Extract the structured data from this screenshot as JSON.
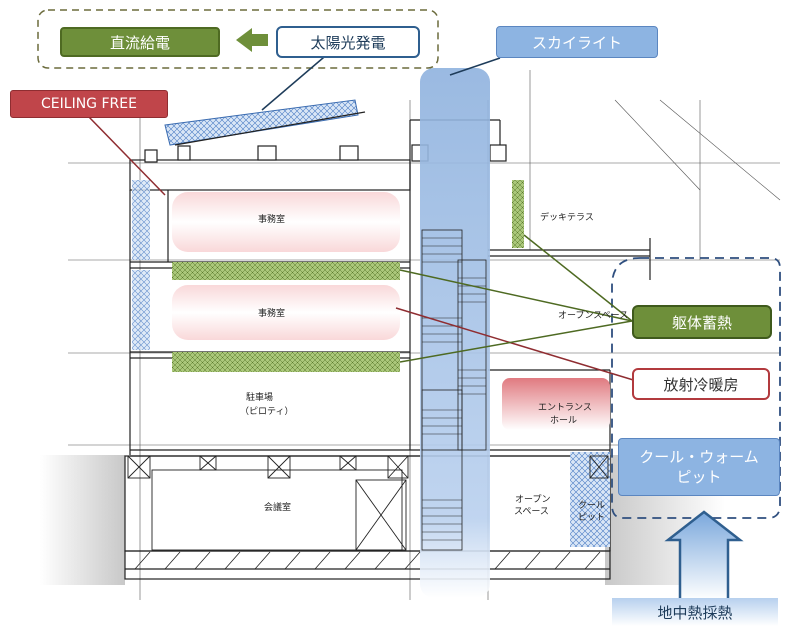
{
  "labels": {
    "dc_power": "直流給電",
    "solar": "太陽光発電",
    "skylight": "スカイライト",
    "ceiling_free": "CEILING FREE",
    "thermal_mass": "躯体蓄熱",
    "radiant": "放射冷暖房",
    "cool_warm_pit": "クール・ウォームピット",
    "geothermal": "地中熱採熱"
  },
  "rooms": {
    "office_upper": "事務室",
    "office_lower": "事務室",
    "deck_terrace": "デッキテラス",
    "open_space_upper": "オープンスペース",
    "parking": "駐車場",
    "parking_sub": "（ピロティ）",
    "entrance": "エントランス",
    "entrance_sub": "ホール",
    "meeting": "会議室",
    "open_space_lower": "オープン",
    "open_space_lower_sub": "スペース",
    "cool_pit": "クール",
    "cool_pit_sub": "ピット"
  },
  "colors": {
    "green": "#6e8f3a",
    "blue": "#8db4e2",
    "red": "#c0454a"
  }
}
